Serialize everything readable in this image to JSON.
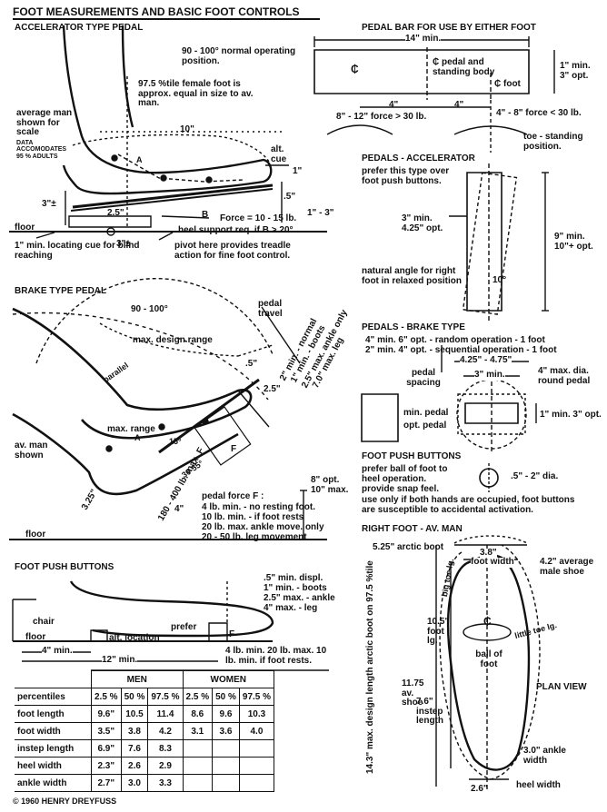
{
  "title": "FOOT MEASUREMENTS AND BASIC FOOT CONTROLS",
  "copyright": "© 1960 HENRY DREYFUSS",
  "accelerator": {
    "heading": "ACCELERATOR TYPE PEDAL",
    "operating": "90 - 100° normal operating position.",
    "female_note": "97.5 %tile female foot is approx. equal in size to av. man.",
    "average_man": "average man shown for scale",
    "data_note": "DATA ACCOMODATES 95 % ADULTS",
    "alt_cue": "alt. cue",
    "ten": "10\"",
    "one": "1\"",
    "three_quarter": "3\"±",
    "two_half": "2.5\"",
    "five": ".5\"",
    "a": "A",
    "b": "B",
    "force": "Force = 10 - 15 lb.",
    "heel_support": "heel support req. if B > 20°",
    "one_three": "1\" - 3\"",
    "floor": "floor",
    "three_pm": "3\"±",
    "locating": "1\" min. locating cue for blind reaching",
    "pivot": "pivot here provides treadle action for fine foot control."
  },
  "pedal_bar": {
    "heading": "PEDAL BAR FOR USE BY EITHER FOOT",
    "width": "14\" min.",
    "cl1": "₵",
    "cl_pedal": "₵ pedal and standing body",
    "cl_foot": "₵ foot",
    "height": "1\" min. 3\" opt.",
    "four_a": "4\"",
    "four_b": "4\"",
    "force_left": "8\" - 12\" force > 30 lb.",
    "force_right": "4\" - 8\" force < 30 lb.",
    "toe": "toe - standing position."
  },
  "pedals_accel": {
    "heading": "PEDALS - ACCELERATOR",
    "prefer": "prefer this type over foot push buttons.",
    "width": "3\" min. 4.25\" opt.",
    "length": "9\" min. 10\"+ opt.",
    "angle": "natural angle for right foot in relaxed position",
    "ten": "10°"
  },
  "brake": {
    "heading": "BRAKE TYPE PEDAL",
    "angle": "90 - 100°",
    "travel": "pedal travel",
    "design_range": "max. design range",
    "parallel": "parallel",
    "five": ".5\"",
    "normal": "2\" min. - normal",
    "boots": "1\" min. - boots",
    "ankle": "2.5\" max. ankle only",
    "leg": "7.0\" max. leg",
    "two_five": "2.5\"",
    "max_range": "max. range",
    "fifteen": "15°",
    "a": "A",
    "f": "F",
    "av_man": "av. man shown",
    "angle_range": "30-55°",
    "force_range": "180 - 400 lb. max. F",
    "opt": "8\" opt. 10\" max.",
    "three_two_five": "3.25\"",
    "four": "4\"",
    "force_title": "pedal force F :",
    "forces": [
      "4 lb. min. - no resting foot.",
      "10 lb. min. - if foot rests",
      "20 lb. max. ankle move. only",
      "20 - 50 lb. leg movement"
    ],
    "floor": "floor"
  },
  "pedals_brake": {
    "heading": "PEDALS - BRAKE TYPE",
    "random": "4\" min. 6\" opt. - random operation - 1 foot",
    "sequential": "2\" min. 4\" opt. - sequential operation - 1 foot",
    "range": "4.25\" - 4.75\"",
    "three_min": "3\" min.",
    "round": "4\" max. dia. round pedal",
    "spacing": "pedal spacing",
    "min_pedal": "min. pedal",
    "opt_pedal": "opt. pedal",
    "height": "1\" min. 3\" opt."
  },
  "foot_buttons_right": {
    "heading": "FOOT PUSH BUTTONS",
    "text": [
      "prefer ball of foot to heel operation.",
      "provide snap feel.",
      "use only if both hands are occupied, foot buttons",
      "are susceptible to accidental activation."
    ],
    "dia": ".5\" - 2\" dia."
  },
  "foot_buttons_left": {
    "heading": "FOOT PUSH BUTTONS",
    "displ": ".5\" min. displ.",
    "boots": "1\" min. - boots",
    "ankle": "2.5\" max. - ankle",
    "leg": "4\" max. - leg",
    "chair": "chair",
    "floor": "floor",
    "alt": "alt. location",
    "prefer": "prefer",
    "f": "F",
    "four": "4\" min.",
    "twelve": "12\" min.",
    "force": "4 lb. min. 20 lb. max. 10 lb. min. if foot rests."
  },
  "table": {
    "groups": [
      "MEN",
      "WOMEN"
    ],
    "header_label": "percentiles",
    "percentiles": [
      "2.5 %",
      "50 %",
      "97.5 %",
      "2.5 %",
      "50 %",
      "97.5 %"
    ],
    "rows": [
      {
        "label": "foot length",
        "values": [
          "9.6\"",
          "10.5",
          "11.4",
          "8.6",
          "9.6",
          "10.3"
        ]
      },
      {
        "label": "foot width",
        "values": [
          "3.5\"",
          "3.8",
          "4.2",
          "3.1",
          "3.6",
          "4.0"
        ]
      },
      {
        "label": "instep length",
        "values": [
          "6.9\"",
          "7.6",
          "8.3",
          "",
          "",
          ""
        ]
      },
      {
        "label": "heel width",
        "values": [
          "2.3\"",
          "2.6",
          "2.9",
          "",
          "",
          ""
        ]
      },
      {
        "label": "ankle width",
        "values": [
          "2.7\"",
          "3.0",
          "3.3",
          "",
          "",
          ""
        ]
      }
    ]
  },
  "right_foot": {
    "heading": "RIGHT FOOT - AV. MAN",
    "arctic": "5.25\" arctic boot",
    "three_eight": "3.8\"",
    "foot_width": "foot width",
    "average_shoe": "4.2\" average male shoe",
    "big_toe": "big toe lg.",
    "little_toe": "little toe lg.",
    "cl": "₵",
    "ball": "ball of foot",
    "length_vert": "14.3\" max. design length arctic boot on 97.5 %tile",
    "shoe": "11.75 av. shoe",
    "foot_lg": "10.5\" foot lg.",
    "instep": "7.6\" instep length",
    "plan": "PLAN VIEW",
    "ankle": "3.0\" ankle width",
    "heel": "2.6\"",
    "heel_width": "heel width"
  }
}
